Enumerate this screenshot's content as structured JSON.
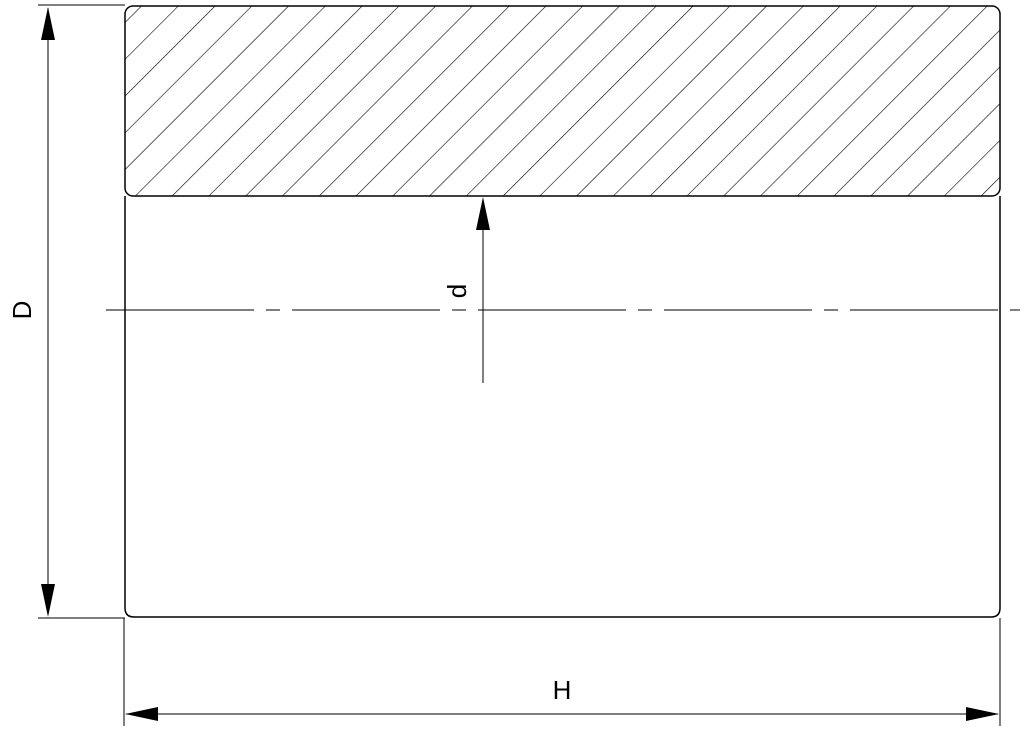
{
  "labels": {
    "outer_diameter": "D",
    "inner_diameter": "d",
    "length": "H"
  },
  "colors": {
    "line": "#000000",
    "background": "#ffffff"
  }
}
